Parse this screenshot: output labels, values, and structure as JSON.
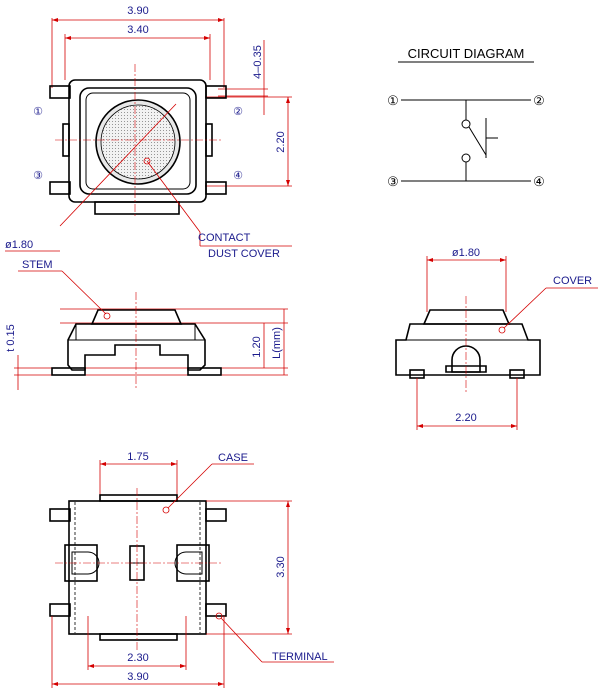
{
  "dimensions": {
    "top_width_outer": "3.90",
    "top_width_inner": "3.40",
    "top_terminal_width": "4–0.35",
    "top_height": "2.20",
    "stem_diameter": "ø1.80",
    "side_thickness": "t 0.15",
    "side_height": "1.20",
    "side_length": "L(mm)",
    "end_diameter": "ø1.80",
    "end_pitch": "2.20",
    "bottom_case_width": "1.75",
    "bottom_height": "3.30",
    "bottom_pitch": "2.30",
    "bottom_width": "3.90"
  },
  "labels": {
    "contact": "CONTACT",
    "dust_cover": "DUST COVER",
    "stem": "STEM",
    "cover": "COVER",
    "case": "CASE",
    "terminal": "TERMINAL"
  },
  "pins": {
    "p1": "①",
    "p2": "②",
    "p3": "③",
    "p4": "④"
  },
  "circuit": {
    "title": "CIRCUIT DIAGRAM",
    "p1": "①",
    "p2": "②",
    "p3": "③",
    "p4": "④"
  },
  "colors": {
    "dimension_text": "#1a1a8c",
    "dimension_line": "#d40000",
    "outline": "#000000"
  }
}
